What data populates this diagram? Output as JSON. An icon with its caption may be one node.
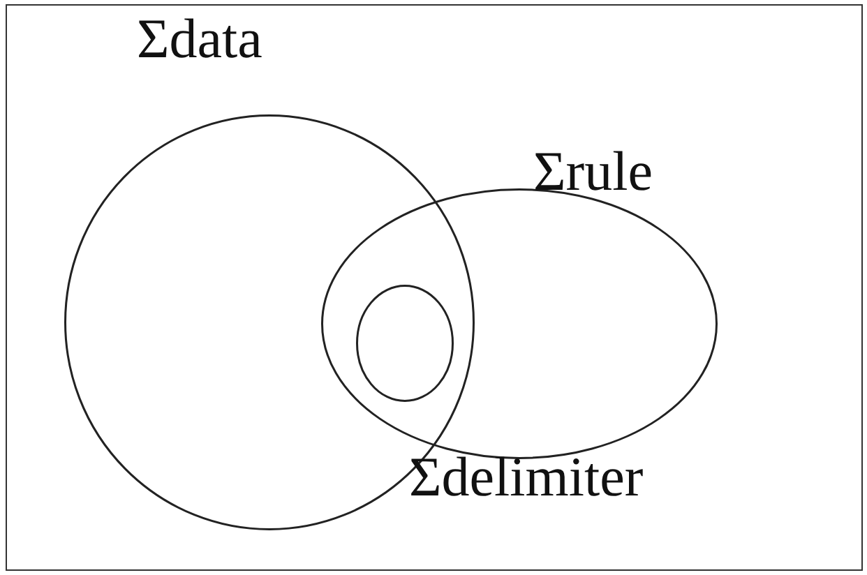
{
  "diagram": {
    "nodes": [
      {
        "text": [
          "Σdata"
        ]
      },
      {
        "text": [
          "Σrule"
        ]
      },
      {
        "text": [
          "Σdelimiter"
        ]
      }
    ]
  }
}
